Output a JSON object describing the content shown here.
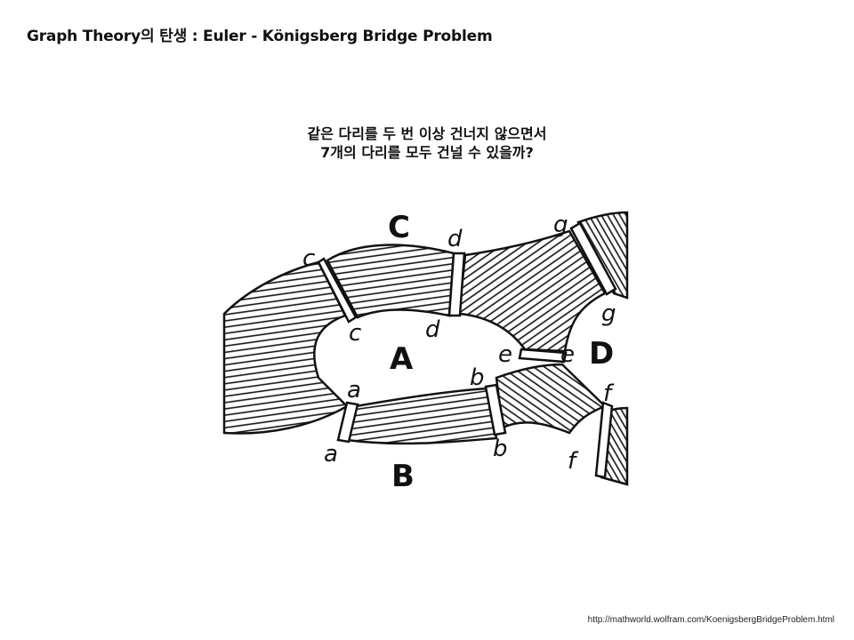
{
  "title": "Graph Theory의 탄생 : Euler - Königsberg Bridge Problem",
  "question": {
    "line1": "같은 다리를 두 번 이상 건너지 않으면서",
    "line2": "7개의 다리를 모두 건널 수 있을까?"
  },
  "diagram": {
    "regions": {
      "A": "A",
      "B": "B",
      "C": "C",
      "D": "D"
    },
    "bridges": {
      "a": "a",
      "b": "b",
      "c": "c",
      "d": "d",
      "e": "e",
      "f": "f",
      "g": "g"
    }
  },
  "source": "http://mathworld.wolfram.com/KoenigsbergBridgeProblem.html"
}
